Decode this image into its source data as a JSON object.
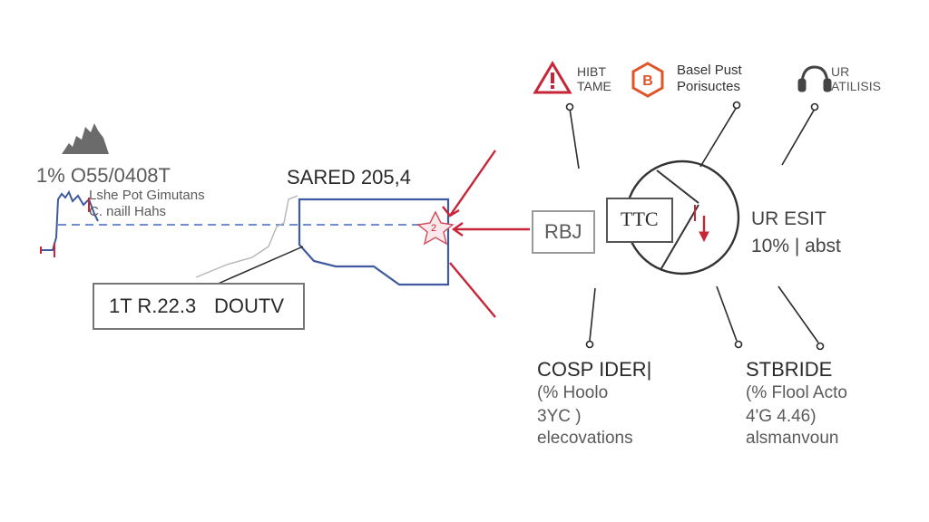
{
  "left_chart": {
    "header": "1% O55/0408T",
    "sub_line_1": "Lshe Pot Gimutans",
    "sub_line_2": "C. naill Hahs",
    "icon": "city-skyline-icon"
  },
  "center_chart": {
    "label": "SARED 205,4"
  },
  "info_box": {
    "text_left": "1T R.22.3",
    "text_right": "DOUTV"
  },
  "star_marker": {
    "label": "2"
  },
  "rbj_box": {
    "label": "RBJ"
  },
  "ttc_box": {
    "label": "TTC"
  },
  "top_items": [
    {
      "icon": "warning-icon",
      "line1": "HIBT",
      "line2": "TAME"
    },
    {
      "icon": "bitcoin-icon",
      "line1": "Basel Pust",
      "line2": "Porisuctes"
    },
    {
      "icon": "headphones-icon",
      "line1": "UR",
      "line2": "ATILISIS"
    }
  ],
  "right_stat": {
    "line1": "UR ESIT",
    "line2": "10% | abst"
  },
  "bottom_left": {
    "title": "COSP IDER|",
    "line1": "(% Hoolo",
    "line2": "3YC )",
    "line3": "elecovations"
  },
  "bottom_right": {
    "title": "STBRIDE",
    "line1": "(% Flool Acto",
    "line2": "4'G 4.46)",
    "line3": "alsmanvoun"
  },
  "colors": {
    "arrow_red": "#c62638",
    "chart_blue": "#3f5a9e",
    "dashed_blue": "#6e8fd8",
    "bitcoin_orange": "#e0542a",
    "text_dark": "#2a2a2a",
    "text_gray": "#5a5a5a"
  }
}
